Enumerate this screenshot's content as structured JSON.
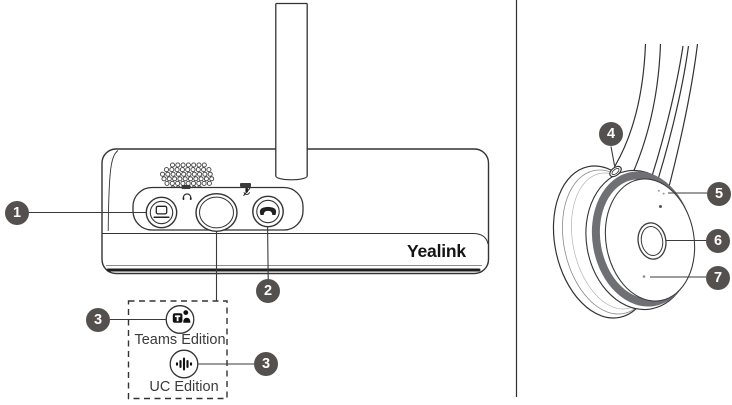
{
  "brand": {
    "logo": "Yealink"
  },
  "editions": {
    "teams": "Teams Edition",
    "uc": "UC Edition"
  },
  "callouts": {
    "c1_pc_button": "1",
    "c2_hook_button": "2",
    "c3_teams_button": "3",
    "c3_uc_button": "3",
    "c4_top_button": "4",
    "c5_led_indicator": "5",
    "c6_call_button": "6",
    "c7_microphone": "7"
  },
  "icons": {
    "pc_button": "laptop-icon",
    "hook_button": "handset-icon",
    "headset_port_label": "headset-icon",
    "mute_label": "mic-mute-icon",
    "teams_button": "ms-teams-icon",
    "uc_button": "voice-wave-icon"
  },
  "colors": {
    "callout_bg": "#54504D",
    "accent_ring": "#6F7074",
    "line_art": "#333333"
  }
}
